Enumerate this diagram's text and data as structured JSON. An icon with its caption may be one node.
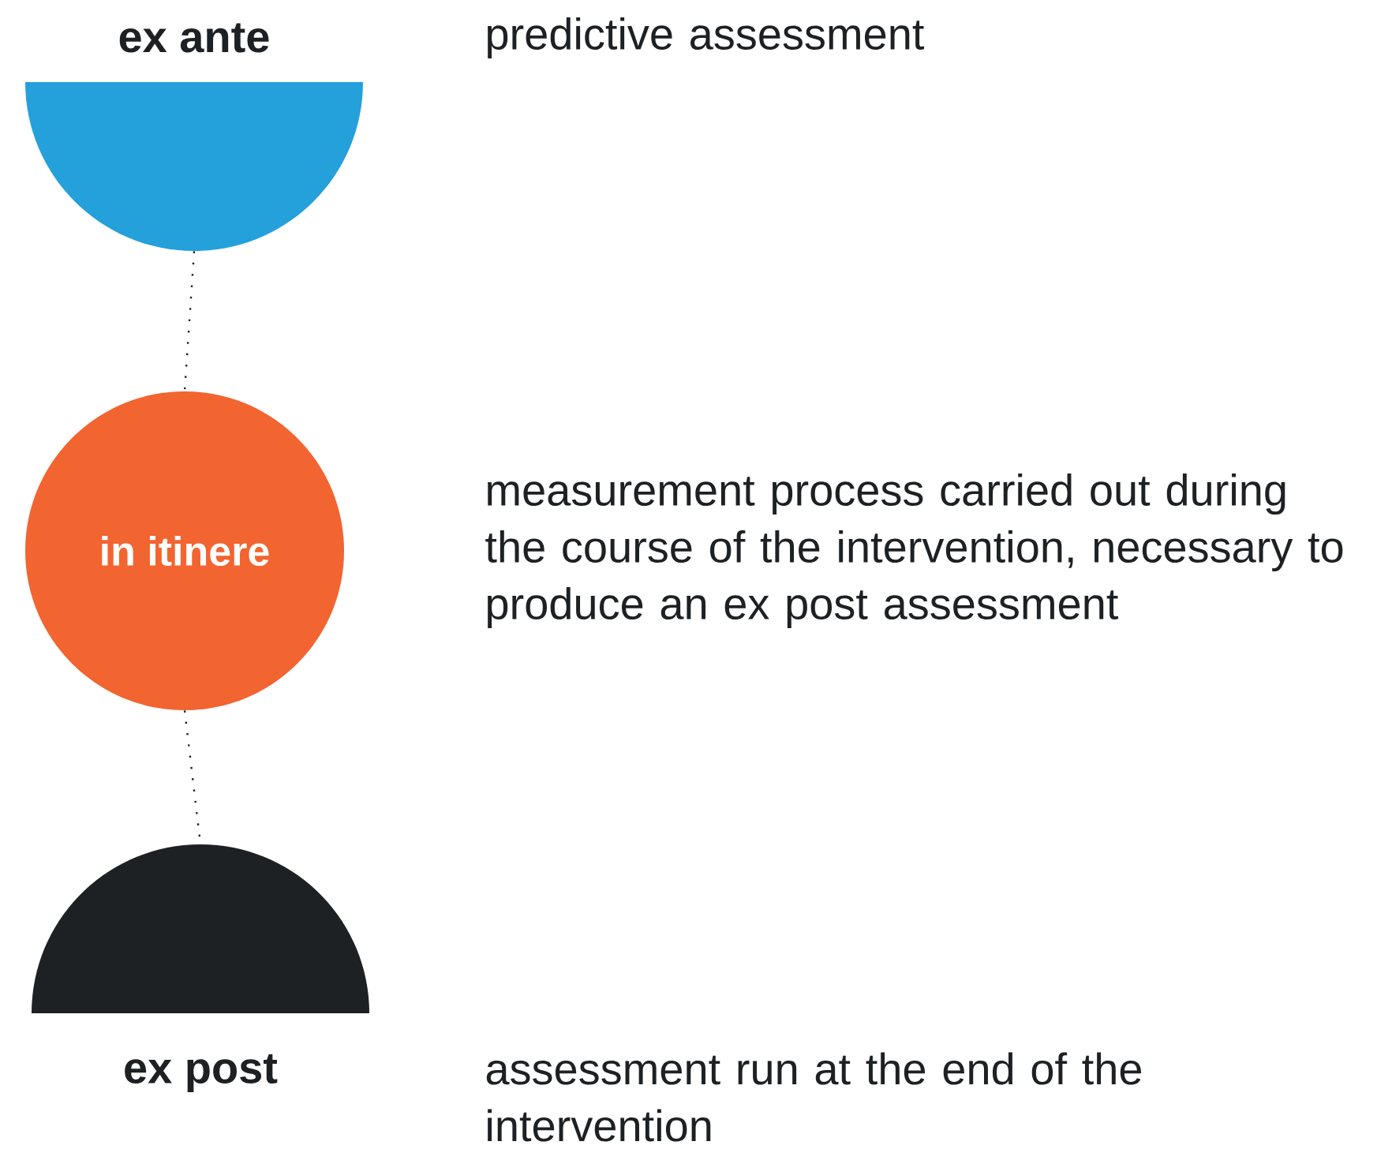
{
  "diagram": {
    "nodes": [
      {
        "text": [
          "ex ante"
        ],
        "beside": [
          "predictive assessment"
        ]
      },
      {
        "text": [
          "in itinere"
        ],
        "beside": [
          "measurement process carried out during the course of the intervention, necessary to produce an ex post assessment"
        ]
      },
      {
        "text": [
          "ex post"
        ],
        "beside": [
          "assessment run at the end of the intervention"
        ]
      }
    ],
    "edges": [
      {
        "from": 0,
        "to": 1,
        "arrow": "none",
        "style": "dashed"
      },
      {
        "from": 1,
        "to": 2,
        "arrow": "none",
        "style": "dashed"
      }
    ]
  }
}
